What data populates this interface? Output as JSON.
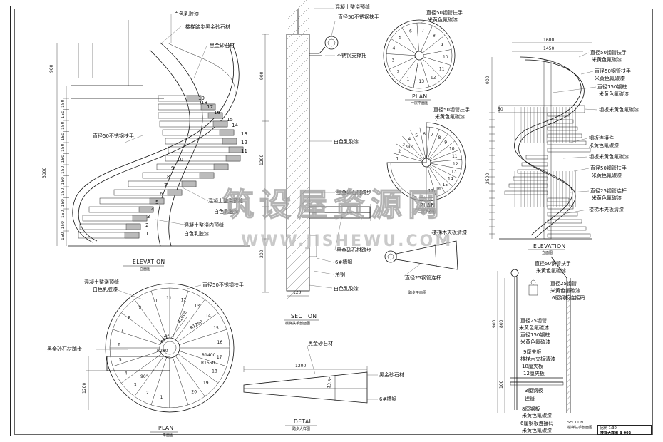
{
  "labels": {
    "elev_white_paint": "白色乳胶漆",
    "elev_stair_mortar_paint": "楼梯踏步黑金砂石材",
    "elev_black_gold": "黑金砂石材",
    "elev_rail50": "直径50不锈钢扶手",
    "elev_concrete_chute": "混凝土整浇预缝",
    "elev_white_paint2": "白色乳胶漆",
    "elev_concrete_inner": "混凝土整浇内预缝",
    "elev_white_paint3": "白色乳胶漆",
    "sec_concrete": "混凝土整浇预缝",
    "sec_rail50": "直径50不锈钢扶手",
    "sec_bracket": "不锈钢支撑托",
    "sec_white_paint": "白色乳胶漆",
    "sec_black_gold_step": "黑金砂石材踏步",
    "sec_black_gold_step2": "黑金砂石材踏步",
    "sec_channel": "6#槽钢",
    "sec_angle": "角钢",
    "sec_white_paint2": "白色乳胶漆",
    "plan_concrete": "混凝土整浇预缝",
    "plan_white_paint": "白色乳胶漆",
    "plan_rail50": "直径50不锈钢扶手",
    "plan_black_gold_step": "黑金砂石材踏步",
    "det_black_gold": "黑金砂石材",
    "det_black_gold2": "黑金砂石材",
    "det_channel": "6#槽钢",
    "tp_rail50_steel": "直径50钢管扶手",
    "tp_color_paint": "米黄色氟碳漆",
    "mp_rail50_steel": "直径50钢管扶手",
    "mp_color_paint": "米黄色氟碳漆",
    "mp_wood_board": "楼梯木夹板清漆",
    "mp_pipe25": "直径25钢管连杆",
    "se_rail50_steel": "直径50钢管扶手",
    "se_color_paint": "米黄色氟碳漆",
    "se_rail50_steel2": "直径50钢管扶手",
    "se_color_paint2": "米黄色氟碳漆",
    "se_pipe150": "直径150钢柱",
    "se_color_paint3": "米黄色氟碳漆",
    "se_steel_paint": "钢板米黄色氟碳漆",
    "se_connector": "钢板连接件",
    "se_color_paint4": "米黄色氟碳漆",
    "se_steel_paint2": "钢板米黄色氟碳漆",
    "se_rail50_steel3": "直径50钢管扶手",
    "se_color_paint5": "米黄色氟碳漆",
    "se_rail_link": "直径25钢管连杆",
    "se_color_paint6": "米黄色氟碳漆",
    "se_wood_board": "楼梯木夹板清漆",
    "sd_rail50_steel": "直径50钢管扶手",
    "sd_color_paint": "米黄色氟碳漆",
    "sd_pipe25": "直径25钢管",
    "sd_color_paint2": "米黄色氟碳漆",
    "sd_steel6_link": "6厘钢板连接码",
    "sd_pipe25b": "直径25钢管",
    "sd_color_paint3": "米黄色氟碳漆",
    "sd_pipe150": "直径150钢柱",
    "sd_color_paint4": "米黄色氟碳漆",
    "sd_board9": "9厘夹板",
    "sd_wood_paint": "楼梯木夹板清漆",
    "sd_board18": "18厘夹板",
    "sd_board12": "12厘夹板",
    "sd_steel3": "3厘钢板",
    "sd_weld": "焊缝",
    "sd_steel8": "8厘钢板",
    "sd_color_paint5": "米黄色氟碳漆",
    "sd_steel6_link2": "6厘钢板连接码",
    "sd_color_paint6": "米黄色氟碳漆"
  },
  "titles": {
    "elevation_left": "ELEVATION",
    "elevation_left_sub": "立面图",
    "section": "SECTION",
    "section_sub": "楼梯扶手剖面图",
    "plan_left": "PLAN",
    "plan_left_sub": "平面图",
    "detail": "DETAIL",
    "detail_sub": "踏步大样图",
    "plan_top": "PLAN",
    "plan_top_sub": "一层平面图",
    "plan_mid": "PLAN",
    "plan_mid_sub": "二层平面图",
    "plan_step": "踏步平面图",
    "elevation_right": "ELEVATION",
    "elevation_right_sub": "立面图",
    "section_right": "SECTION",
    "section_right_sub": "楼梯扶手剖面图"
  },
  "dims": {
    "elev_900": "900",
    "elev_150": "150",
    "elev_3000": "3000",
    "sec_900": "900",
    "sec_1200": "1200",
    "sec_200": "200",
    "sec_120": "120",
    "plan_r1000": "R1000",
    "plan_r1250": "R1250",
    "plan_r250": "R250",
    "plan_r280": "R280",
    "plan_r1400": "R1400",
    "plan_r1550": "R1550",
    "plan_90": "90°",
    "plan_1200": "1200",
    "det_1200": "1200",
    "det_angle": "13.5°",
    "mp_90": "90°",
    "re_1600": "1600",
    "re_1450": "1450",
    "re_900": "900",
    "re_2500": "2500",
    "re_50": "50",
    "sd_900": "900",
    "sd_800": "800",
    "sd_100": "100"
  },
  "titleblock": {
    "scale": "比例 1:30",
    "name": "楼梯大样图 B-002"
  },
  "watermark": {
    "cn": "筑设屋资源网",
    "en": "WWW.JISHEWU.COM"
  },
  "elev_step_numbers": [
    "1",
    "2",
    "3",
    "4",
    "5",
    "6",
    "7",
    "8",
    "9",
    "10",
    "11",
    "12",
    "13",
    "14",
    "15",
    "16",
    "17",
    "18",
    "19"
  ],
  "plan_step_numbers": [
    "1",
    "2",
    "3",
    "4",
    "5",
    "6",
    "7",
    "8",
    "9",
    "10",
    "11",
    "12",
    "13",
    "14",
    "15",
    "16",
    "17",
    "18",
    "19",
    "20"
  ],
  "top_plan_numbers": [
    "1",
    "2",
    "3",
    "4",
    "5",
    "6",
    "7",
    "8",
    "9",
    "10",
    "11",
    "12",
    "13"
  ],
  "mid_plan_numbers": [
    "1",
    "2",
    "3",
    "4",
    "5",
    "6",
    "7",
    "8",
    "9",
    "10",
    "11",
    "12",
    "13",
    "14",
    "15",
    "16",
    "17"
  ]
}
